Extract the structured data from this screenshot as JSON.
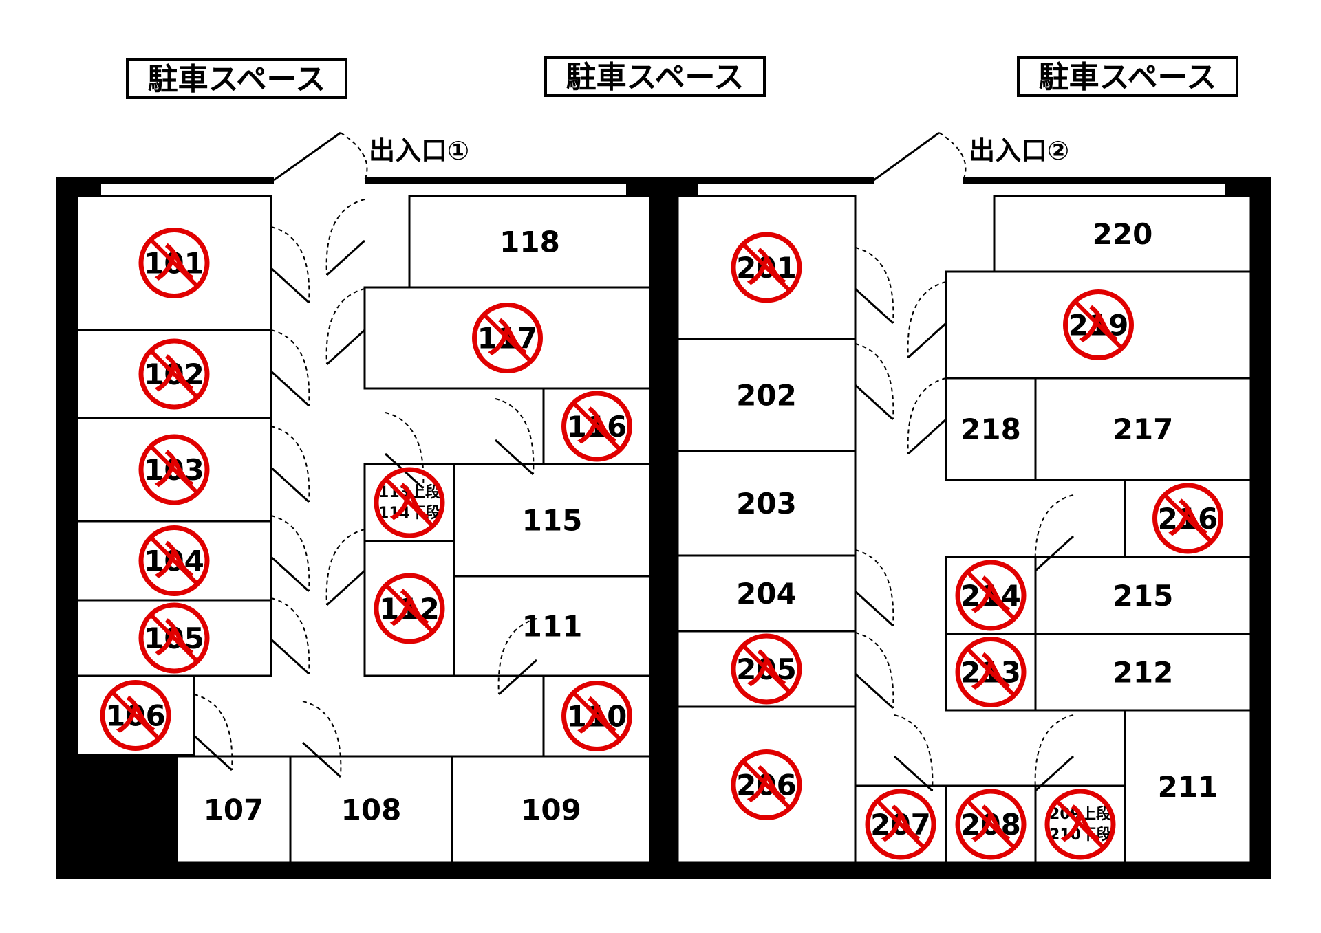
{
  "parking_label": "駐車スペース",
  "entrances": [
    "出入口①",
    "出入口②"
  ],
  "occupied_mark": "入",
  "colors": {
    "occupied": "#e00000",
    "wall": "#000000"
  },
  "rooms": [
    {
      "id": "101",
      "occupied": true
    },
    {
      "id": "102",
      "occupied": true
    },
    {
      "id": "103",
      "occupied": true
    },
    {
      "id": "104",
      "occupied": true
    },
    {
      "id": "105",
      "occupied": true
    },
    {
      "id": "106",
      "occupied": true
    },
    {
      "id": "107",
      "occupied": false
    },
    {
      "id": "108",
      "occupied": false
    },
    {
      "id": "109",
      "occupied": false
    },
    {
      "id": "110",
      "occupied": true
    },
    {
      "id": "111",
      "occupied": false
    },
    {
      "id": "112",
      "occupied": true
    },
    {
      "id": "113上段 114下段",
      "occupied": true
    },
    {
      "id": "115",
      "occupied": false
    },
    {
      "id": "116",
      "occupied": true
    },
    {
      "id": "117",
      "occupied": true
    },
    {
      "id": "118",
      "occupied": false
    },
    {
      "id": "201",
      "occupied": true
    },
    {
      "id": "202",
      "occupied": false
    },
    {
      "id": "203",
      "occupied": false
    },
    {
      "id": "204",
      "occupied": false
    },
    {
      "id": "205",
      "occupied": true
    },
    {
      "id": "206",
      "occupied": true
    },
    {
      "id": "207",
      "occupied": true
    },
    {
      "id": "208",
      "occupied": true
    },
    {
      "id": "209上段 210下段",
      "occupied": true
    },
    {
      "id": "211",
      "occupied": false
    },
    {
      "id": "212",
      "occupied": false
    },
    {
      "id": "213",
      "occupied": true
    },
    {
      "id": "214",
      "occupied": true
    },
    {
      "id": "215",
      "occupied": false
    },
    {
      "id": "216",
      "occupied": true
    },
    {
      "id": "217",
      "occupied": false
    },
    {
      "id": "218",
      "occupied": false
    },
    {
      "id": "219",
      "occupied": true
    },
    {
      "id": "220",
      "occupied": false
    }
  ]
}
